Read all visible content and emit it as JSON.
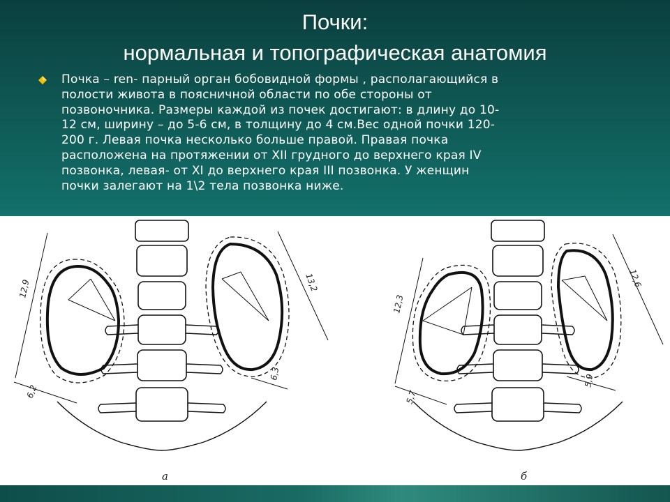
{
  "slide": {
    "title_line1": "Почки:",
    "title_line2": "нормальная и топографическая анатомия",
    "bullet_icon": "diamond-bullet-icon",
    "body_lines": [
      "Почка – ren- парный орган бобовидной формы , располагающийся в",
      "полости живота в поясничной области по  обе стороны от",
      "позвоночника. Размеры каждой из почек достигают: в длину до 10-",
      "12 см, ширину – до 5-6 см, в толщину до 4 см.Вес одной почки 120-",
      "200 г. Левая почка несколько больше правой. Правая почка",
      "расположена на протяжении от XII грудного до верхнего края IV",
      "позвонка, левая- от XI до верхнего края III позвонка. У женщин",
      "почки залегают на 1\\2 тела позвонка ниже."
    ],
    "colors": {
      "background": "#0f5a56",
      "bullet": "#f2c200",
      "text": "#ffffff"
    }
  },
  "figure": {
    "panel_a": {
      "label": "а",
      "left_length": "12,9",
      "left_width": "6,2",
      "right_length": "13,2",
      "right_width": "6,3"
    },
    "panel_b": {
      "label": "б",
      "left_length": "12,3",
      "left_width": "5,7",
      "right_length": "12,6",
      "right_width": "5,9"
    }
  }
}
